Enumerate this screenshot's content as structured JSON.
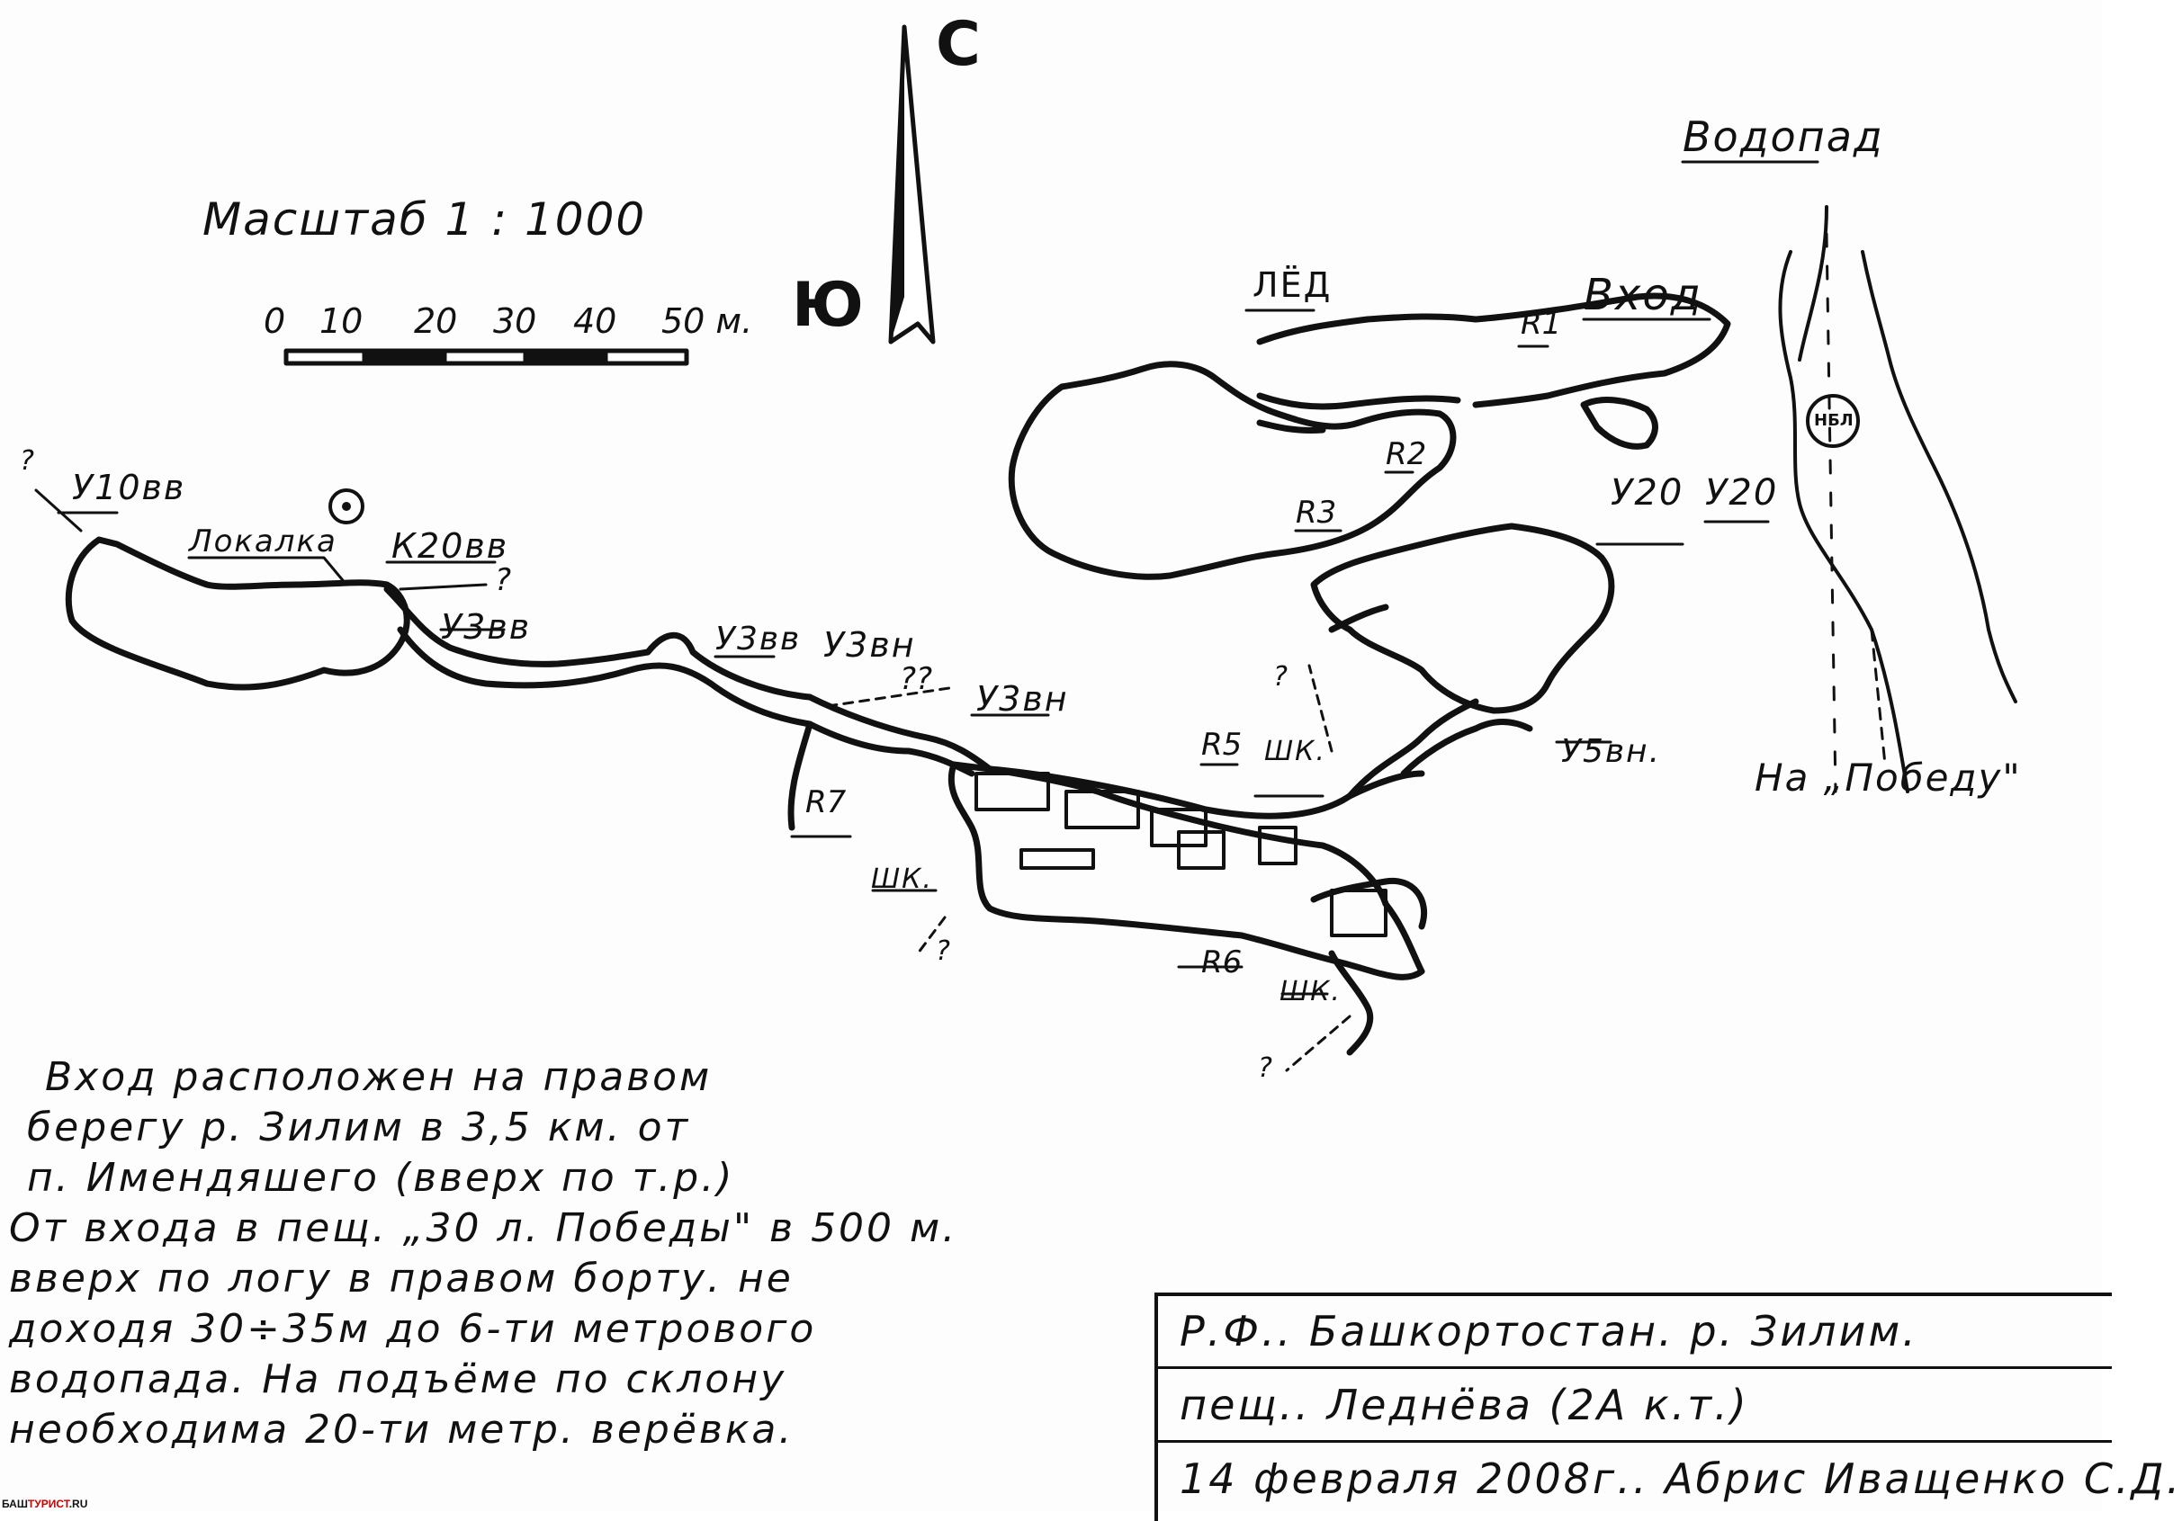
{
  "compass": {
    "north": "С",
    "south": "Ю"
  },
  "scale": {
    "title": "Масштаб 1 : 1000",
    "ticks": [
      "0",
      "10",
      "20",
      "30",
      "40",
      "50 м."
    ]
  },
  "labels": {
    "vodopad": "Водопад",
    "vhod": "Вход",
    "led": "ЛЁД",
    "r1": "R1",
    "r2": "R2",
    "r3": "R3",
    "r5": "R5",
    "r6": "R6",
    "r7": "R7",
    "u20a": "У20",
    "u20b": "У20",
    "nbl": "НБЛ",
    "na_pobedu": "На „Победу\"",
    "u10vv": "У10вв",
    "lokalka": "Локалка",
    "k20vv": "К20вв",
    "u3vv_a": "У3вв",
    "u3vv_b": "У3вв",
    "u3vn_a": "У3вн",
    "u3vn_b": "У3вн",
    "u5vn": "У5вн.",
    "shk_a": "ШК.",
    "shk_b": "ШК.",
    "shk_c": "ШК.",
    "q1": "?",
    "q2": "?",
    "q3": "??",
    "q4": "?",
    "q5": "?",
    "q6": "?"
  },
  "description": [
    "Вход расположен на правом",
    "берегу р. Зилим в 3,5 км. от",
    "п. Имендяшего (вверх по т.р.)",
    "От входа в пещ. „30 л. Победы\" в 500 м.",
    "вверх по логу в правом борту. не",
    "доходя 30÷35м до 6-ти метрового",
    "водопада. На подъёме по склону",
    "необходима 20-ти метр. верёвка."
  ],
  "title_block": {
    "row1": "Р.Ф.. Башкортостан. р. Зилим.",
    "row2": "пещ.. Леднёва (2А к.т.)",
    "row3": "14 февраля 2008г.. Абрис Иващенко С.Д."
  },
  "credit": {
    "prefix": "БАШ",
    "accent": "ТУРИСТ",
    "suffix": ".RU"
  }
}
